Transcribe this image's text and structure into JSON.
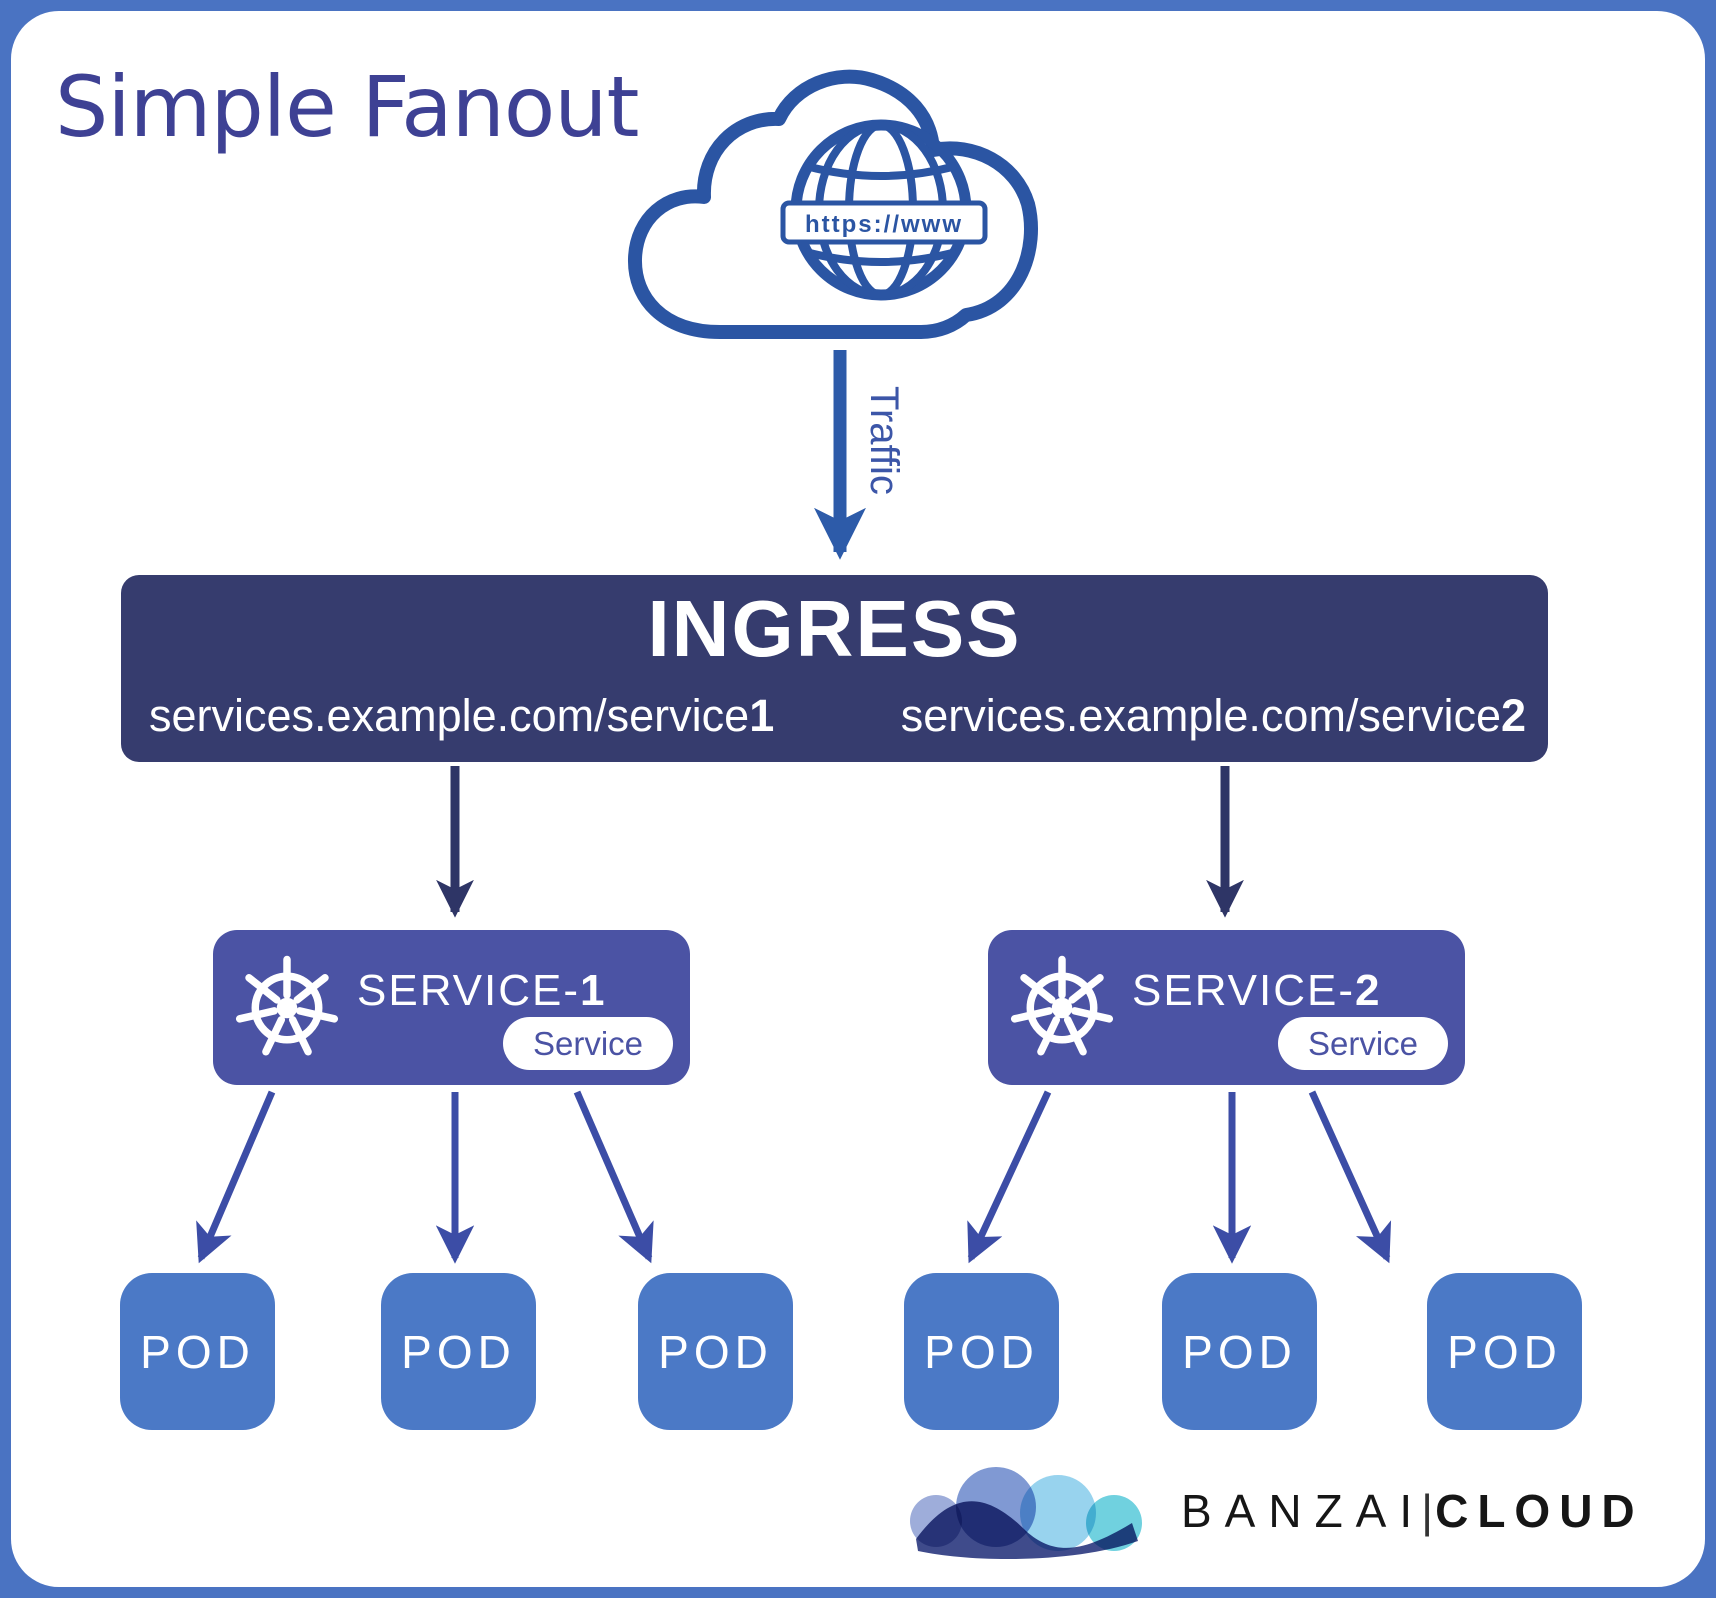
{
  "title": "Simple Fanout",
  "cloud": {
    "address_label": "https://www"
  },
  "traffic_label": "Traffic",
  "ingress": {
    "title": "INGRESS",
    "rules": [
      {
        "path": "services.example.com/service",
        "emph": "1"
      },
      {
        "path": "services.example.com/service",
        "emph": "2"
      }
    ]
  },
  "services": [
    {
      "label": "SERVICE-",
      "emph": "1",
      "badge": "Service"
    },
    {
      "label": "SERVICE-",
      "emph": "2",
      "badge": "Service"
    }
  ],
  "pods": [
    {
      "label": "POD"
    },
    {
      "label": "POD"
    },
    {
      "label": "POD"
    },
    {
      "label": "POD"
    },
    {
      "label": "POD"
    },
    {
      "label": "POD"
    }
  ],
  "logo": {
    "brand": "BANZAI",
    "divider": "|",
    "brand_bold": "CLOUD"
  },
  "colors": {
    "frame_blue": "#4a73c2",
    "title_indigo": "#3e4194",
    "cloud_blue": "#2b55a3",
    "traffic_arrow_blue": "#2d5ba9",
    "ingress_navy": "#363c6e",
    "dark_arrow_navy": "#2e3566",
    "service_indigo": "#4b53a4",
    "fan_arrow_indigo": "#3c4da6",
    "pod_blue": "#4b79c6"
  }
}
